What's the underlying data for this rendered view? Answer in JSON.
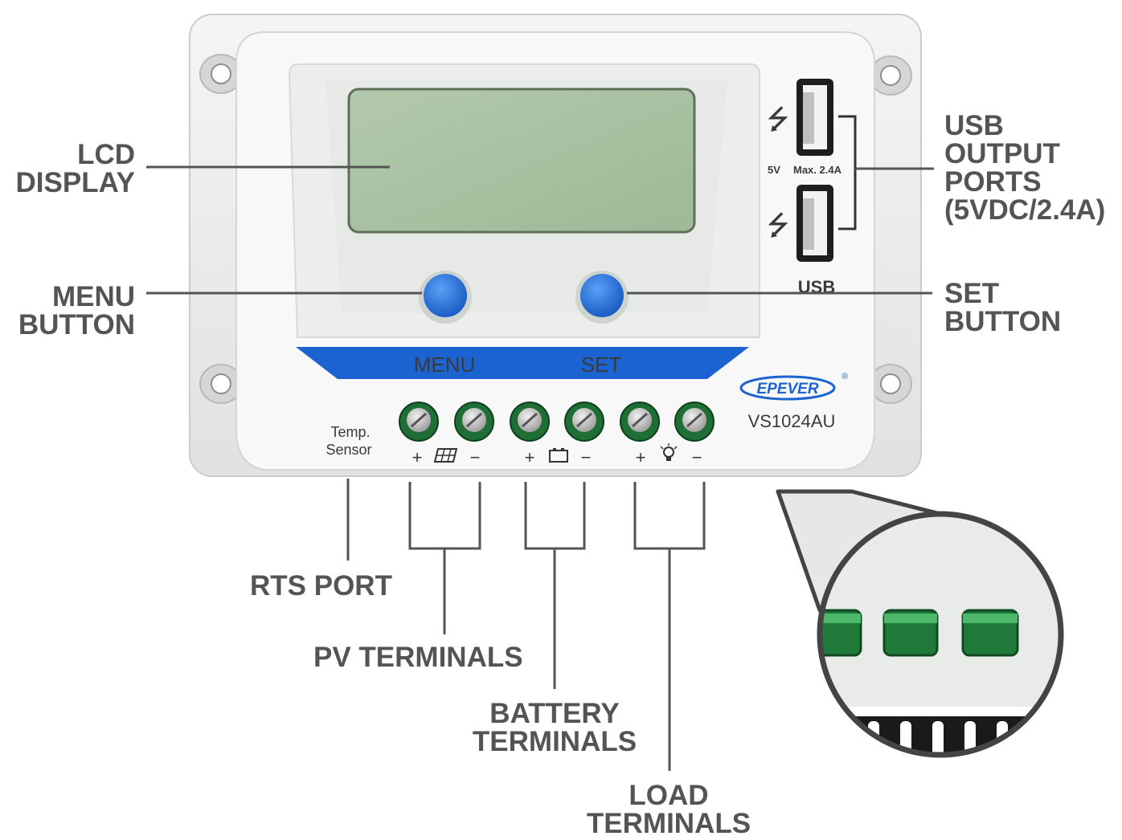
{
  "device": {
    "brand": "EPEVER",
    "registered_mark": "®",
    "model": "VS1024AU",
    "panel_menu_label": "MENU",
    "panel_set_label": "SET",
    "temp_sensor_label_line1": "Temp.",
    "temp_sensor_label_line2": "Sensor",
    "usb_5v_label": "5V",
    "usb_max_label": "Max. 2.4A",
    "usb_port_label": "USB",
    "plus_sign": "+",
    "minus_sign": "−",
    "colors": {
      "body": "#eef0ee",
      "lcd": "#a9c2a3",
      "button_blue": "#1f6fd6",
      "stripe_blue": "#1b63d0",
      "terminal_green": "#1f7a3a"
    }
  },
  "callouts": {
    "lcd_display": "LCD\nDISPLAY",
    "menu_button": "MENU\nBUTTON",
    "usb_output_ports": "USB\nOUTPUT\nPORTS\n(5VDC/2.4A)",
    "set_button": "SET\nBUTTON",
    "rts_port": "RTS PORT",
    "pv_terminals": "PV TERMINALS",
    "battery_terminals": "BATTERY\nTERMINALS",
    "load_terminals": "LOAD\nTERMINALS"
  },
  "label_color": "#545454"
}
